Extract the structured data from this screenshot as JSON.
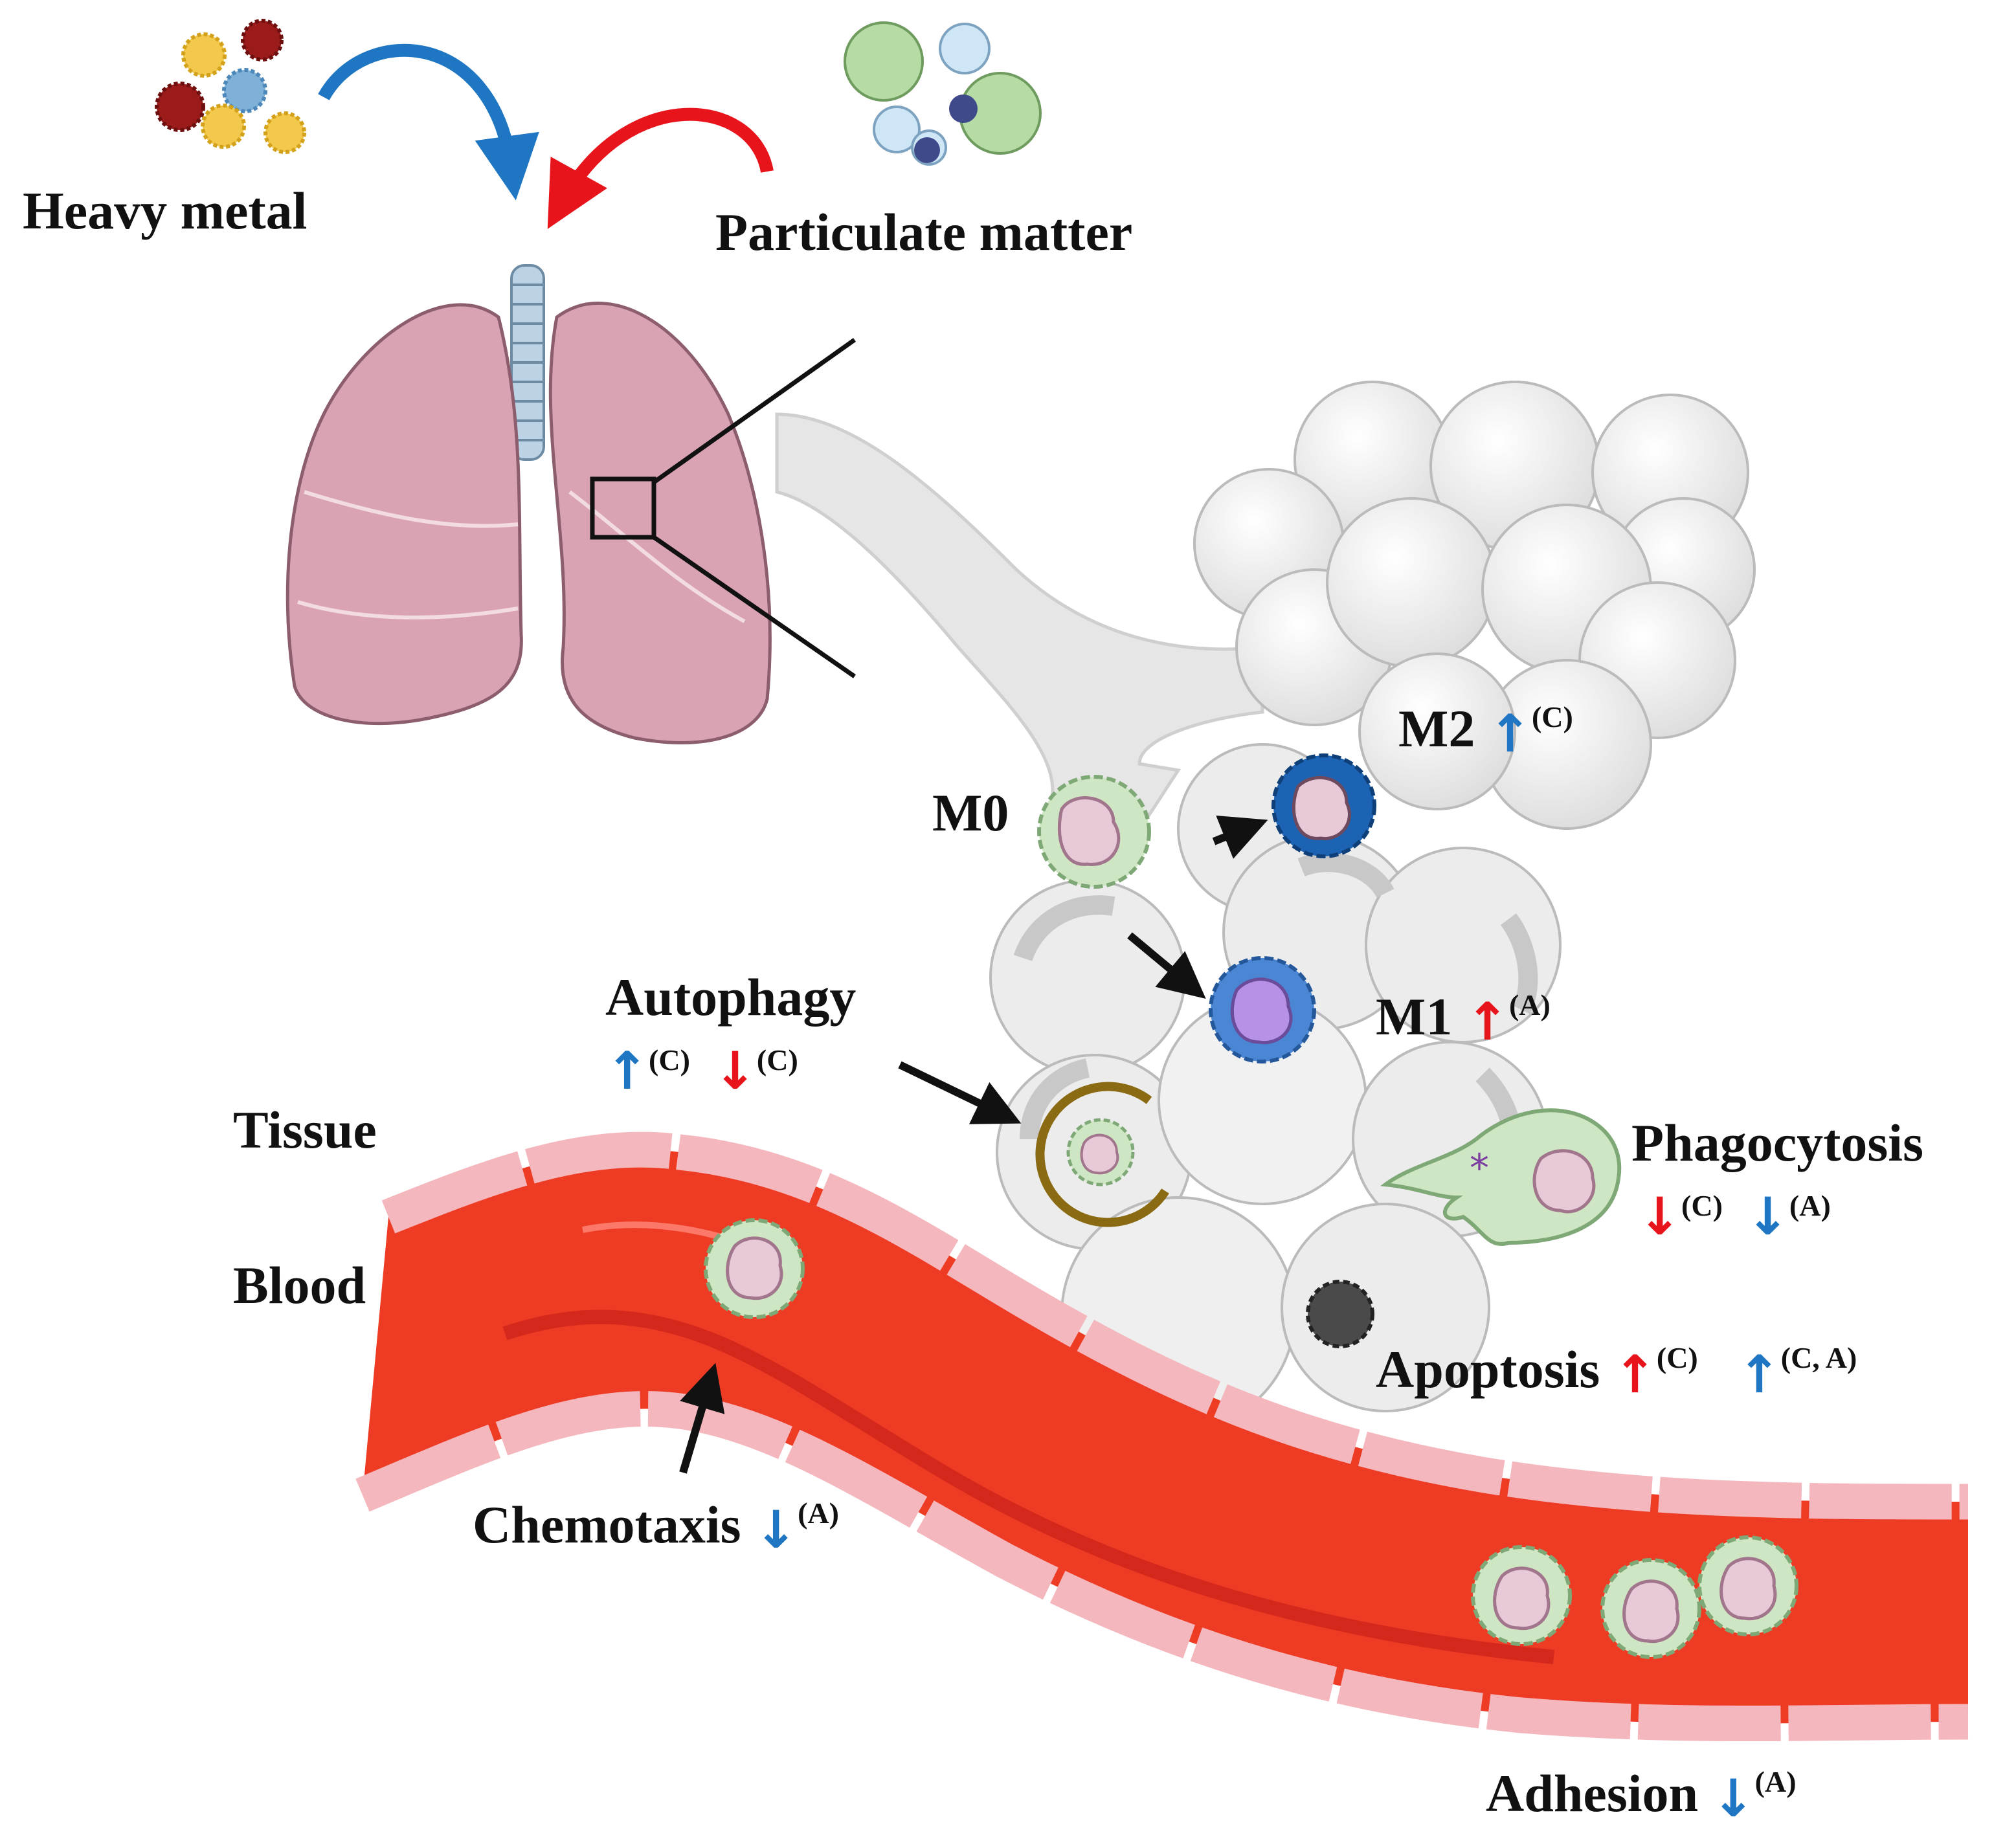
{
  "sources": {
    "heavy_metal": "Heavy metal",
    "particulate_matter": "Particulate matter"
  },
  "compartments": {
    "tissue": "Tissue",
    "blood": "Blood"
  },
  "macrophages": {
    "m0": "M0",
    "m1": "M1",
    "m1_sup": "(A)",
    "m2": "M2",
    "m2_sup": "(C)"
  },
  "processes": {
    "autophagy": "Autophagy",
    "autophagy_up_sup": "(C)",
    "autophagy_down_sup": "(C)",
    "phagocytosis": "Phagocytosis",
    "phagocytosis_red_sup": "(C)",
    "phagocytosis_blue_sup": "(A)",
    "apoptosis": "Apoptosis",
    "apoptosis_red_sup": "(C)",
    "apoptosis_blue_sup": "(C, A)",
    "chemotaxis": "Chemotaxis",
    "chemotaxis_sup": "(A)",
    "adhesion": "Adhesion",
    "adhesion_sup": "(A)"
  },
  "arrows": {
    "up": "↑",
    "down": "↓"
  },
  "colors": {
    "blue_arrow": "#1f77c4",
    "red_arrow": "#e8141b",
    "lung": "#d9a3b4",
    "vessel": "#ee3b24",
    "vessel_wall": "#f4b7bd",
    "alveoli": "#efefef",
    "macrophage_m0": "#cfe6c4",
    "macrophage_m1": "#4a86d4",
    "macrophage_m2": "#1d63b4"
  }
}
